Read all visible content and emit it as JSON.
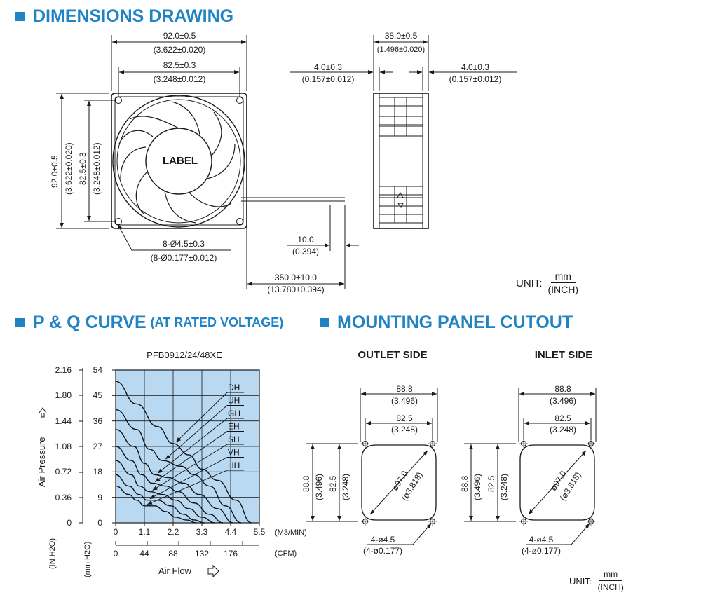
{
  "headings": {
    "dimensions": "DIMENSIONS DRAWING",
    "pq": "P & Q CURVE",
    "pq_sub": "(AT RATED VOLTAGE)",
    "mounting": "MOUNTING PANEL CUTOUT"
  },
  "front_view": {
    "label": "LABEL",
    "width_mm": "92.0±0.5",
    "width_in": "(3.622±0.020)",
    "pitch_mm": "82.5±0.3",
    "pitch_in": "(3.248±0.012)",
    "height_mm": "92.0±0.5",
    "height_in": "(3.622±0.020)",
    "vpitch_mm": "82.5±0.3",
    "vpitch_in": "(3.248±0.012)",
    "holes_mm": "8-Ø4.5±0.3",
    "holes_in": "(8-Ø0.177±0.012)",
    "strip_mm": "10.0",
    "strip_in": "(0.394)",
    "lead_mm": "350.0±10.0",
    "lead_in": "(13.780±0.394)"
  },
  "side_view": {
    "depth_mm": "38.0±0.5",
    "depth_in": "(1.496±0.020)",
    "flange_left_mm": "4.0±0.3",
    "flange_left_in": "(0.157±0.012)",
    "flange_right_mm": "4.0±0.3",
    "flange_right_in": "(0.157±0.012)"
  },
  "unit_top": {
    "prefix": "UNIT:",
    "num": "mm",
    "den": "(INCH)"
  },
  "unit_bottom": {
    "prefix": "UNIT:",
    "num": "mm",
    "den": "(INCH)"
  },
  "chart_data": {
    "type": "line",
    "title": "PFB0912/24/48XE",
    "ylabel": "Air Pressure",
    "xlabel": "Air Flow",
    "y_unit_in": "(IN H2O)",
    "y_unit_mm": "(mm H2O)",
    "x_unit_m3": "(M3/MIN)",
    "x_unit_cfm": "(CFM)",
    "y_ticks_in": [
      "2.16",
      "1.80",
      "1.44",
      "1.08",
      "0.72",
      "0.36",
      "0"
    ],
    "y_ticks_mm": [
      "54",
      "45",
      "36",
      "27",
      "18",
      "9",
      "0"
    ],
    "x_ticks_m3": [
      "0",
      "1.1",
      "2.2",
      "3.3",
      "4.4",
      "5.5"
    ],
    "x_ticks_cfm": [
      "0",
      "44",
      "88",
      "132",
      "176"
    ],
    "xlim": [
      0,
      5.5
    ],
    "ylim": [
      0,
      54
    ],
    "grid": true,
    "background": "#b9d9f2",
    "series": [
      {
        "name": "DH",
        "x": [
          0,
          0.8,
          1.6,
          2.2,
          2.8,
          3.3,
          3.9,
          4.6,
          5.2
        ],
        "y": [
          50,
          42,
          34,
          28,
          24,
          19,
          15,
          8,
          0
        ]
      },
      {
        "name": "UH",
        "x": [
          0,
          0.8,
          1.3,
          1.8,
          2.5,
          3.0,
          3.6,
          4.2,
          4.8
        ],
        "y": [
          40,
          33,
          26,
          22,
          20,
          17,
          13,
          6,
          0
        ]
      },
      {
        "name": "GH",
        "x": [
          0,
          0.7,
          1.1,
          1.5,
          2.0,
          2.6,
          3.2,
          3.9,
          4.5
        ],
        "y": [
          33,
          27,
          21,
          17,
          16,
          14,
          10,
          5,
          0
        ]
      },
      {
        "name": "EH",
        "x": [
          0,
          0.6,
          1.0,
          1.4,
          1.9,
          2.4,
          3.0,
          3.6,
          4.1
        ],
        "y": [
          27,
          22,
          17,
          14,
          13,
          11,
          7,
          3,
          0
        ]
      },
      {
        "name": "SH",
        "x": [
          0,
          0.6,
          0.9,
          1.3,
          1.8,
          2.3,
          2.8,
          3.3,
          3.8
        ],
        "y": [
          22,
          17,
          13,
          11,
          10,
          8,
          5,
          2,
          0
        ]
      },
      {
        "name": "VH",
        "x": [
          0,
          0.5,
          0.9,
          1.2,
          1.6,
          2.1,
          2.6,
          3.0,
          3.4
        ],
        "y": [
          17,
          13,
          10,
          8,
          8,
          6,
          3,
          1,
          0
        ]
      },
      {
        "name": "HH",
        "x": [
          0,
          0.5,
          0.8,
          1.1,
          1.5,
          1.9,
          2.3,
          2.7,
          3.1
        ],
        "y": [
          13,
          10,
          8,
          6,
          6,
          4,
          2,
          1,
          0
        ]
      }
    ]
  },
  "cutout": {
    "outlet_title": "OUTLET SIDE",
    "inlet_title": "INLET SIDE",
    "outer_mm": "88.8",
    "outer_in": "(3.496)",
    "pitch_mm": "82.5",
    "pitch_in": "(3.248)",
    "diag_mm": "ø97.0",
    "diag_in": "(ø3.818)",
    "holes_mm": "4-ø4.5",
    "holes_in": "(4-ø0.177)"
  }
}
